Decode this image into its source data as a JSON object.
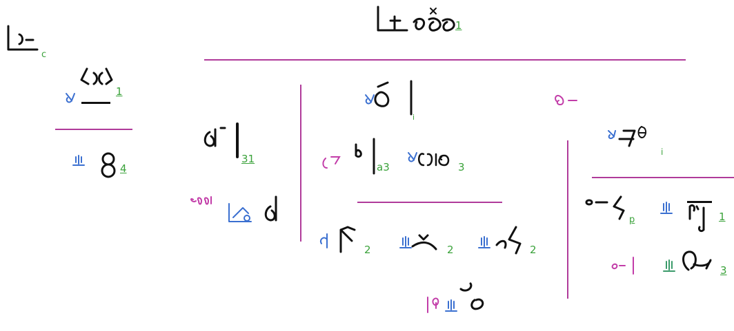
{
  "colors": {
    "ink": "#111111",
    "rule": "#b03a9a",
    "blue": "#3a6fd0",
    "magenta": "#c23ca8",
    "green": "#3aa23a"
  },
  "labels": {
    "top_left_sub": "c",
    "title_sub": "1",
    "left_box_top_sub": "1",
    "left_box_bottom_sub": "4",
    "left_mid_sub": "31",
    "center_top_sub": "i",
    "center_a3": "a3",
    "center_right_sub": "3",
    "bottom_row_1": "2",
    "bottom_row_2": "2",
    "bottom_row_3": "2",
    "right_top_sub": "i",
    "right_mid_left_sub": "p",
    "right_mid_right_sub": "1",
    "right_bottom_sub": "3"
  }
}
